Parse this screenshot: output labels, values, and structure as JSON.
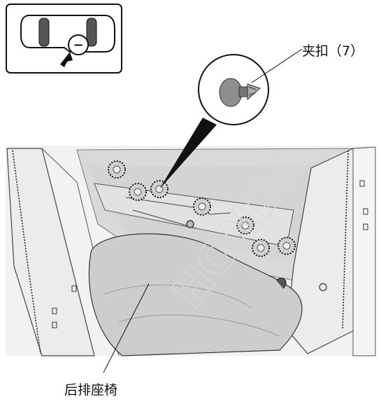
{
  "callouts": {
    "clip_label": "夹扣（7）",
    "seat_label": "后排座椅"
  },
  "watermark": {
    "text": "HONDA"
  },
  "locator": {
    "marker": "−"
  },
  "colors": {
    "scene_bg": "#f0f0f0",
    "panel": "#d6d6d6",
    "seat": "#cfcfcf",
    "stroke": "#111111",
    "watermark": "#e2e2e2"
  },
  "clip_count": 7
}
